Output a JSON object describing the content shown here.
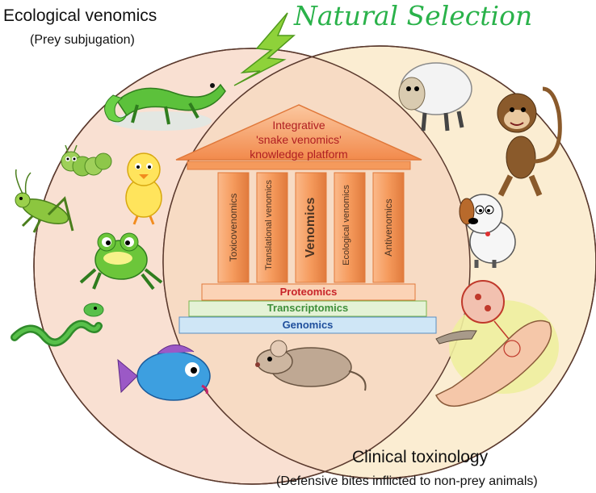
{
  "labels": {
    "ecological_title": "Ecological venomics",
    "ecological_sub": "(Prey subjugation)",
    "clinical_title": "Clinical toxinology",
    "clinical_sub": "(Defensive bites inflicted to non-prey animals)",
    "natural_selection": "Natural Selection"
  },
  "temple": {
    "roof_lines": [
      "Integrative",
      "'snake venomics'",
      "knowledge platform"
    ],
    "pillars": [
      "Toxicovenomics",
      "Translational venomics",
      "Venomics",
      "Ecological venomics",
      "Antivenomics"
    ],
    "steps": [
      "Proteomics",
      "Transcriptomics",
      "Genomics"
    ]
  },
  "colors": {
    "left_circle": "#f9e0d2",
    "right_circle": "#fbedd2",
    "overlap": "#f7dbc4",
    "roof": "#f5935a",
    "pillar": "#f59a5c",
    "proteomics": "#c8242a",
    "transcriptomics": "#3f8f3a",
    "genomics": "#1f4f9c",
    "natural_selection": "#2ab24a"
  },
  "icons": {
    "left_circle": [
      "iguana-icon",
      "caterpillar-icon",
      "chick-icon",
      "grasshopper-icon",
      "frog-icon",
      "snake-icon",
      "fish-icon"
    ],
    "right_circle": [
      "sheep-icon",
      "monkey-icon",
      "dog-icon",
      "snakebite-arm-icon"
    ],
    "overlap": [
      "mouse-icon"
    ],
    "top": "lightning-bolt-icon"
  }
}
